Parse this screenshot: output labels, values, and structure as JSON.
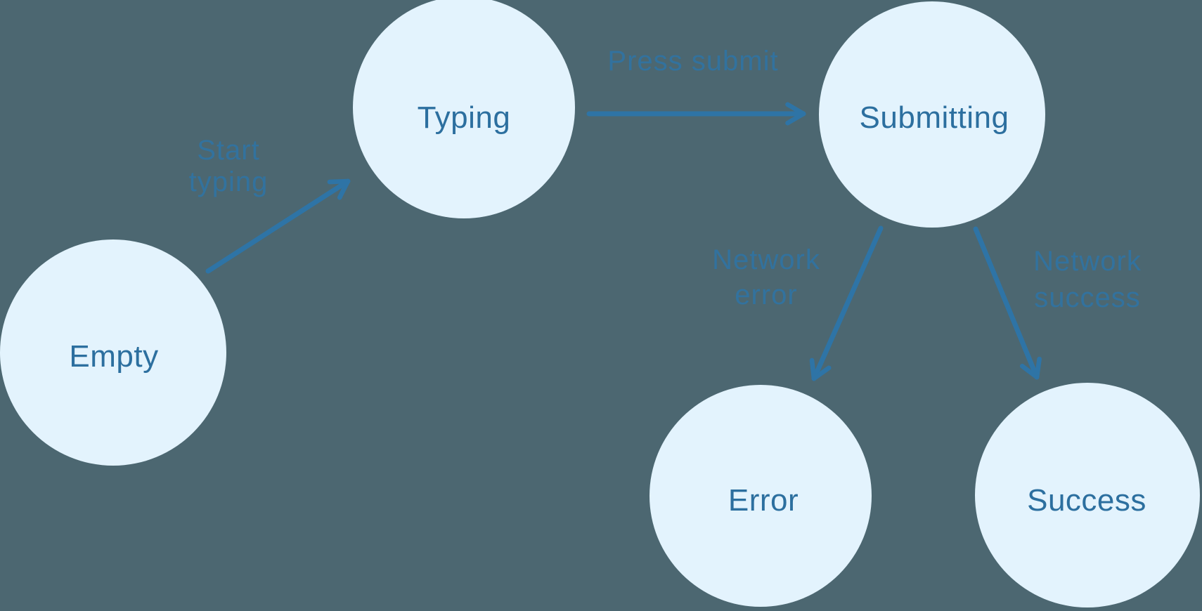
{
  "diagram": {
    "type": "state-machine-flow",
    "colors": {
      "background": "#4C6771",
      "node_fill": "#E3F3FD",
      "node_text": "#2C6F9F",
      "arrow": "#2E74A6",
      "edge_label": "#2E74A6"
    },
    "nodes": [
      {
        "id": "empty",
        "label": "Empty"
      },
      {
        "id": "typing",
        "label": "Typing"
      },
      {
        "id": "submitting",
        "label": "Submitting"
      },
      {
        "id": "error",
        "label": "Error"
      },
      {
        "id": "success",
        "label": "Success"
      }
    ],
    "edges": [
      {
        "from": "empty",
        "to": "typing",
        "label_lines": [
          "Start",
          "typing"
        ]
      },
      {
        "from": "typing",
        "to": "submitting",
        "label_lines": [
          "Press submit"
        ]
      },
      {
        "from": "submitting",
        "to": "error",
        "label_lines": [
          "Network",
          "error"
        ]
      },
      {
        "from": "submitting",
        "to": "success",
        "label_lines": [
          "Network",
          "success"
        ]
      }
    ]
  }
}
